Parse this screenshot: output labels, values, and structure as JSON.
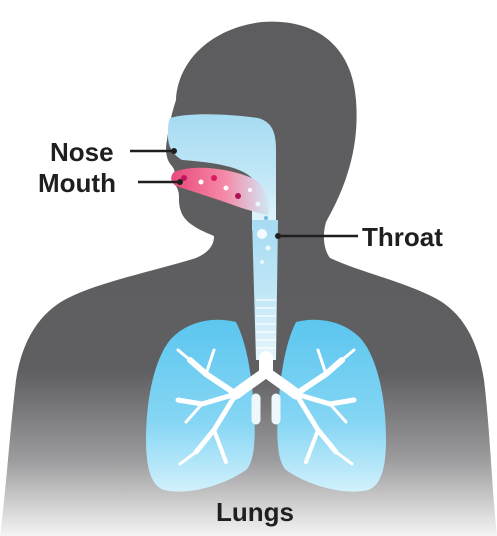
{
  "labels": {
    "nose": "Nose",
    "mouth": "Mouth",
    "throat": "Throat",
    "lungs": "Lungs"
  },
  "colors": {
    "silhouette": "#5d5d5f",
    "airway": "#a8dcf3",
    "airway_light": "#dbf1fb",
    "infection": "#ef5b84",
    "lungs": "#7fd0f2",
    "lungs_light": "#c4ecfb",
    "bronchi": "#ffffff",
    "text": "#1f1f1f"
  }
}
